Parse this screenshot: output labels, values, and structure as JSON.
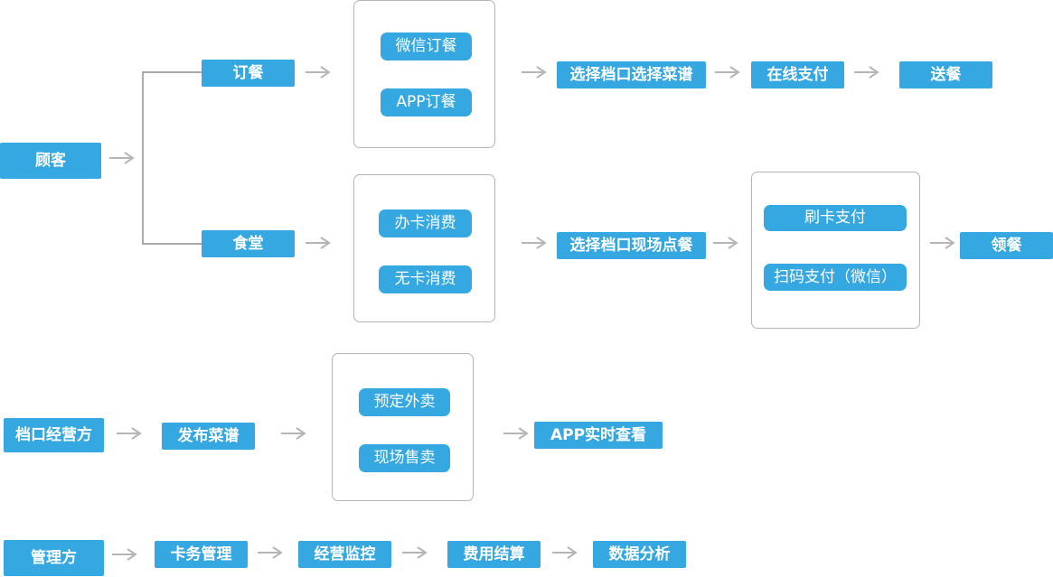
{
  "customer": {
    "label": "顾客",
    "order_branch": {
      "label": "订餐",
      "channels": [
        "微信订餐",
        "APP订餐"
      ],
      "select": "选择档口选择菜谱",
      "pay": "在线支付",
      "final": "送餐"
    },
    "canteen_branch": {
      "label": "食堂",
      "modes": [
        "办卡消费",
        "无卡消费"
      ],
      "select": "选择档口现场点餐",
      "payments": [
        "刷卡支付",
        "扫码支付（微信）"
      ],
      "final": "领餐"
    }
  },
  "stall_operator": {
    "label": "档口经营方",
    "publish": "发布菜谱",
    "sales": [
      "预定外卖",
      "现场售卖"
    ],
    "view": "APP实时查看"
  },
  "manager": {
    "label": "管理方",
    "steps": [
      "卡务管理",
      "经营监控",
      "费用结算",
      "数据分析"
    ]
  },
  "colors": {
    "box_fill": "#35a7e1",
    "box_text": "#ffffff",
    "group_border": "#b5b5b5",
    "connector": "#aaaaaa"
  }
}
